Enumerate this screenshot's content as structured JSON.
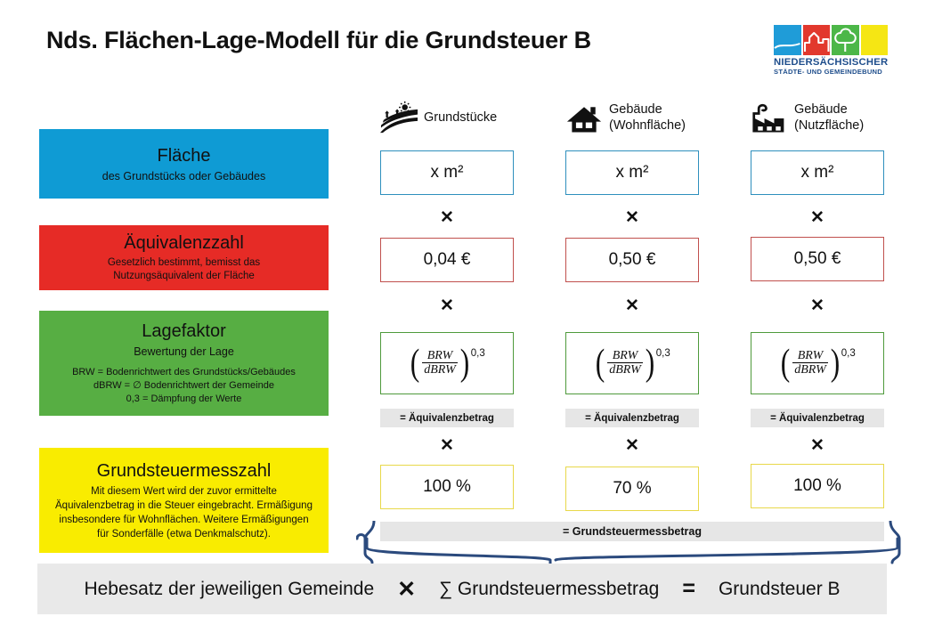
{
  "title": "Nds. Flächen-Lage-Modell für die Grundsteuer B",
  "logo": {
    "line1": "NIEDERSÄCHSISCHER",
    "line2": "STÄDTE- UND GEMEINDEBUND",
    "colors": [
      "#1f9cd8",
      "#e2382d",
      "#4cb748",
      "#f5e614"
    ]
  },
  "panels": [
    {
      "name": "flaeche",
      "heading": "Fläche",
      "sub": "des Grundstücks oder Gebäudes",
      "color": "#0f9bd4"
    },
    {
      "name": "aequivalenzzahl",
      "heading": "Äquivalenzzahl",
      "sub": "Gesetzlich bestimmt,  bemisst das",
      "sub_line2": "Nutzungsäquivalent der Fläche",
      "color": "#e62b26"
    },
    {
      "name": "lagefaktor",
      "heading": "Lagefaktor",
      "sub": "Bewertung der Lage",
      "legend": [
        "BRW = Bodenrichtwert des Grundstücks/Gebäudes",
        "dBRW = ∅ Bodenrichtwert der Gemeinde",
        "0,3 = Dämpfung der Werte"
      ],
      "color": "#57ae43"
    },
    {
      "name": "grundsteuermesszahl",
      "heading": "Grundsteuermesszahl",
      "sub": [
        "Mit diesem Wert wird der zuvor ermittelte",
        "Äquivalenzbetrag in die Steuer  eingebracht.  Ermäßigung",
        "insbesondere für Wohnflächen. Weitere Ermäßigungen",
        "für Sonderfälle (etwa Denkmalschutz)."
      ],
      "color": "#f9ec00"
    }
  ],
  "columns": [
    {
      "icon": "field-landscape-icon",
      "label_line1": "Grundstücke",
      "label_line2": "",
      "area": "x m²",
      "equivalence": "0,04 €",
      "factor_numerator": "BRW",
      "factor_denominator": "dBRW",
      "factor_exponent": "0,3",
      "equivalence_amount": "= Äquivalenzbetrag",
      "messzahl": "100 %"
    },
    {
      "icon": "house-icon",
      "label_line1": "Gebäude",
      "label_line2": "(Wohnfläche)",
      "area": "x m²",
      "equivalence": "0,50 €",
      "factor_numerator": "BRW",
      "factor_denominator": "dBRW",
      "factor_exponent": "0,3",
      "equivalence_amount": "= Äquivalenzbetrag",
      "messzahl": "70 %"
    },
    {
      "icon": "factory-icon",
      "label_line1": "Gebäude",
      "label_line2": "(Nutzfläche)",
      "area": "x m²",
      "equivalence": "0,50 €",
      "factor_numerator": "BRW",
      "factor_denominator": "dBRW",
      "factor_exponent": "0,3",
      "equivalence_amount": "= Äquivalenzbetrag",
      "messzahl": "100 %"
    }
  ],
  "operators": {
    "multiply": "✕",
    "equals": "="
  },
  "grundsteuermessbetrag_bar": "= Grundsteuermessbetrag",
  "bottom": {
    "hebesatz": "Hebesatz der jeweiligen Gemeinde",
    "multiply": "✕",
    "sum_label": "∑ Grundsteuermessbetrag",
    "equals": "=",
    "result": "Grundsteuer B",
    "brace_color": "#2b4a7d"
  }
}
